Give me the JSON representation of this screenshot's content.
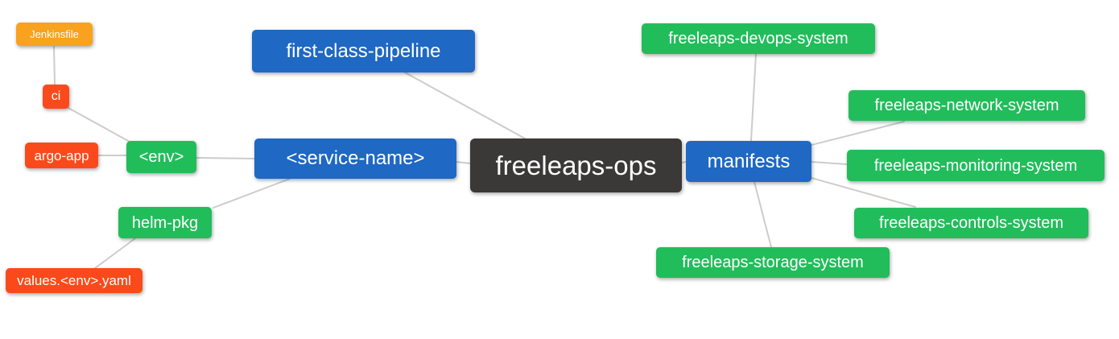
{
  "diagram": {
    "type": "mindmap",
    "root_label": "freeleaps-ops",
    "background": "#ffffff",
    "palette": {
      "blue": "#1f68c3",
      "green": "#21bd5b",
      "red": "#fa4a1b",
      "amber": "#f9a21d",
      "dark": "#3b3838",
      "edge_line": "#cccccc",
      "node_text": "#ffffff"
    },
    "nodes": [
      {
        "id": "jenkinsfile",
        "label": "Jenkinsfile",
        "color": "amber"
      },
      {
        "id": "ci",
        "label": "ci",
        "color": "red"
      },
      {
        "id": "argo-app",
        "label": "argo-app",
        "color": "red"
      },
      {
        "id": "env",
        "label": "<env>",
        "color": "green"
      },
      {
        "id": "helm-pkg",
        "label": "helm-pkg",
        "color": "green"
      },
      {
        "id": "values-env-yaml",
        "label": "values.<env>.yaml",
        "color": "red"
      },
      {
        "id": "first-class-pipeline",
        "label": "first-class-pipeline",
        "color": "blue"
      },
      {
        "id": "service-name",
        "label": "<service-name>",
        "color": "blue"
      },
      {
        "id": "freeleaps-ops",
        "label": "freeleaps-ops",
        "color": "dark"
      },
      {
        "id": "manifests",
        "label": "manifests",
        "color": "blue"
      },
      {
        "id": "freeleaps-devops-system",
        "label": "freeleaps-devops-system",
        "color": "green"
      },
      {
        "id": "freeleaps-network-system",
        "label": "freeleaps-network-system",
        "color": "green"
      },
      {
        "id": "freeleaps-monitoring-system",
        "label": "freeleaps-monitoring-system",
        "color": "green"
      },
      {
        "id": "freeleaps-controls-system",
        "label": "freeleaps-controls-system",
        "color": "green"
      },
      {
        "id": "freeleaps-storage-system",
        "label": "freeleaps-storage-system",
        "color": "green"
      }
    ],
    "edges": [
      {
        "from": "jenkinsfile",
        "to": "ci"
      },
      {
        "from": "ci",
        "to": "env"
      },
      {
        "from": "argo-app",
        "to": "env"
      },
      {
        "from": "env",
        "to": "service-name"
      },
      {
        "from": "helm-pkg",
        "to": "service-name"
      },
      {
        "from": "values-env-yaml",
        "to": "helm-pkg"
      },
      {
        "from": "service-name",
        "to": "freeleaps-ops"
      },
      {
        "from": "first-class-pipeline",
        "to": "freeleaps-ops"
      },
      {
        "from": "freeleaps-ops",
        "to": "manifests"
      },
      {
        "from": "manifests",
        "to": "freeleaps-devops-system"
      },
      {
        "from": "manifests",
        "to": "freeleaps-network-system"
      },
      {
        "from": "manifests",
        "to": "freeleaps-monitoring-system"
      },
      {
        "from": "manifests",
        "to": "freeleaps-controls-system"
      },
      {
        "from": "manifests",
        "to": "freeleaps-storage-system"
      }
    ]
  }
}
